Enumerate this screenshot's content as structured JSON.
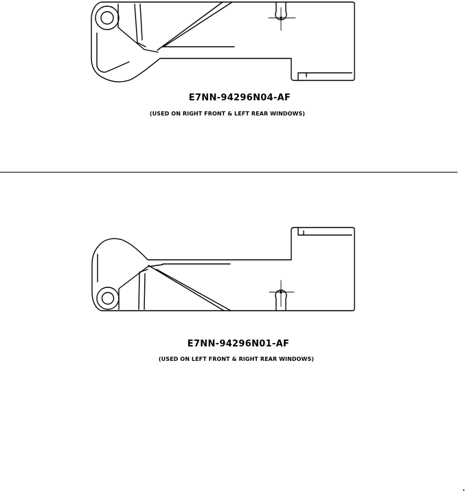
{
  "parts": [
    {
      "part_number": "E7NN-94296N04-AF",
      "usage_note": "(USED ON RIGHT FRONT & LEFT REAR WINDOWS)"
    },
    {
      "part_number": "E7NN-94296N01-AF",
      "usage_note": "(USED ON LEFT FRONT & RIGHT REAR WINDOWS)"
    }
  ]
}
